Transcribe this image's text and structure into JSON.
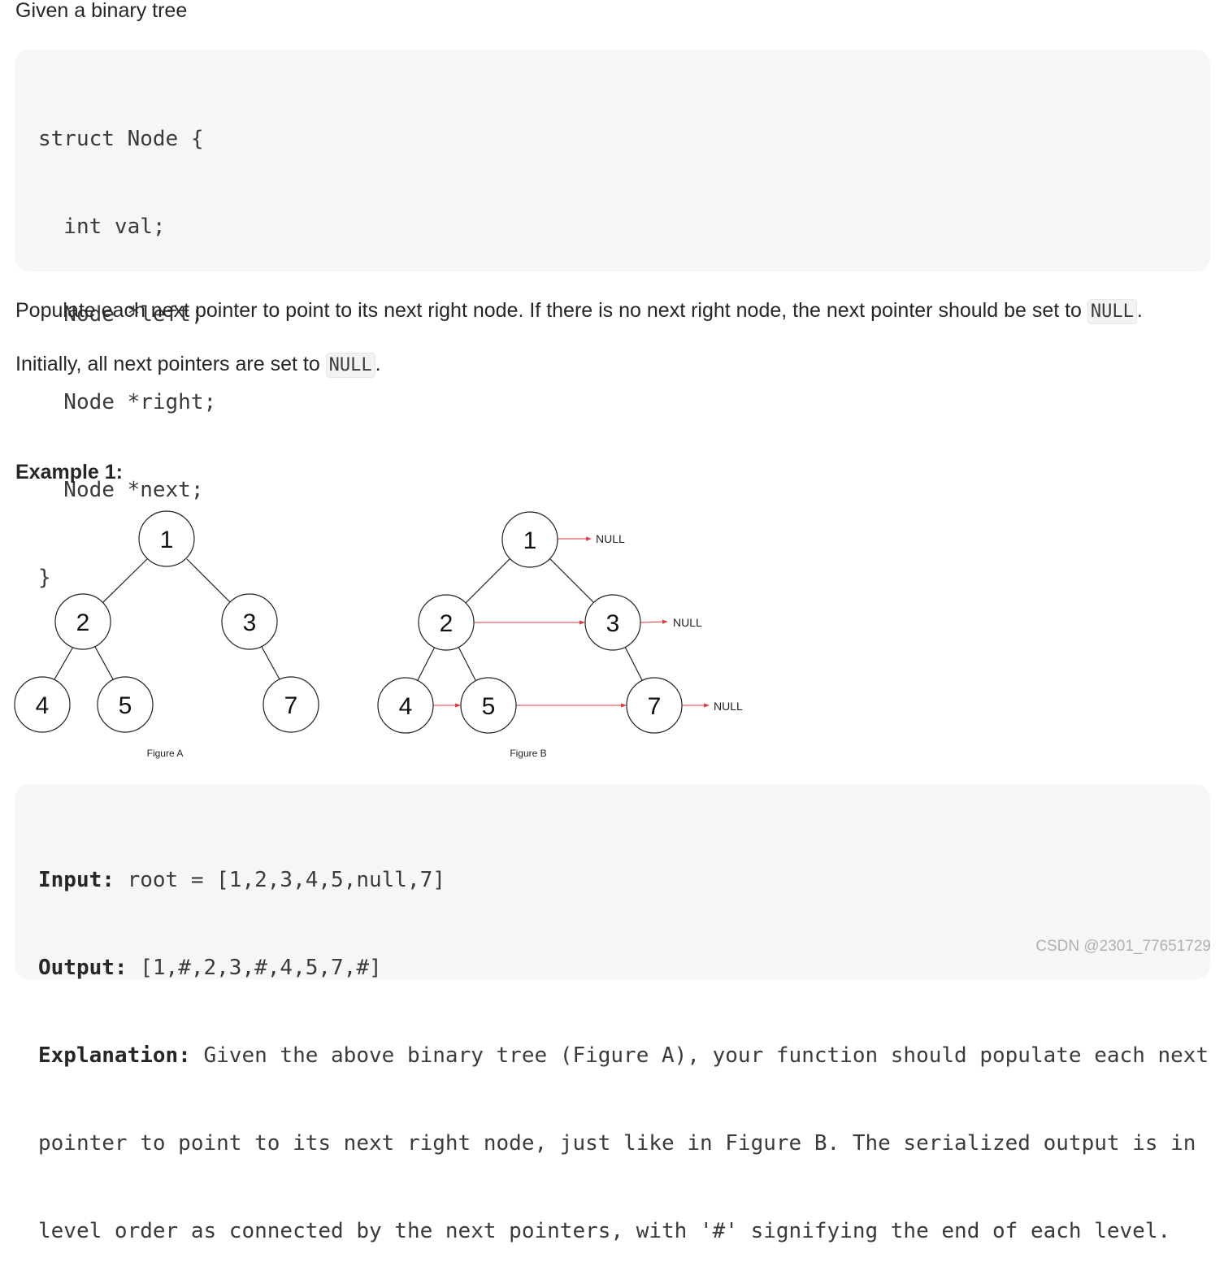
{
  "intro": "Given a binary tree",
  "struct_code": [
    "struct Node {",
    "  int val;",
    "  Node *left;",
    "  Node *right;",
    "  Node *next;",
    "}"
  ],
  "para1": {
    "text": "Populate each next pointer to point to its next right node. If there is no next right node, the next pointer should be set to ",
    "code": "NULL",
    "end": "."
  },
  "para2": {
    "text": "Initially, all next pointers are set to ",
    "code": "NULL",
    "end": "."
  },
  "example_heading": "Example 1:",
  "figure": {
    "figure_a_caption": "Figure A",
    "figure_b_caption": "Figure B",
    "null_label": "NULL",
    "nodes": [
      "1",
      "2",
      "3",
      "4",
      "5",
      "7"
    ],
    "edge_color": "#222222",
    "next_pointer_color": "#e0393e"
  },
  "example": {
    "input_label": "Input:",
    "input_value": " root = [1,2,3,4,5,null,7]",
    "output_label": "Output:",
    "output_value": " [1,#,2,3,#,4,5,7,#]",
    "explanation_label": "Explanation:",
    "explanation_line1": " Given the above binary tree (Figure A), your function should populate each next",
    "explanation_line2": "pointer to point to its next right node, just like in Figure B. The serialized output is in",
    "explanation_line3": "level order as connected by the next pointers, with '#' signifying the end of each level."
  },
  "watermark": "CSDN @2301_77651729"
}
